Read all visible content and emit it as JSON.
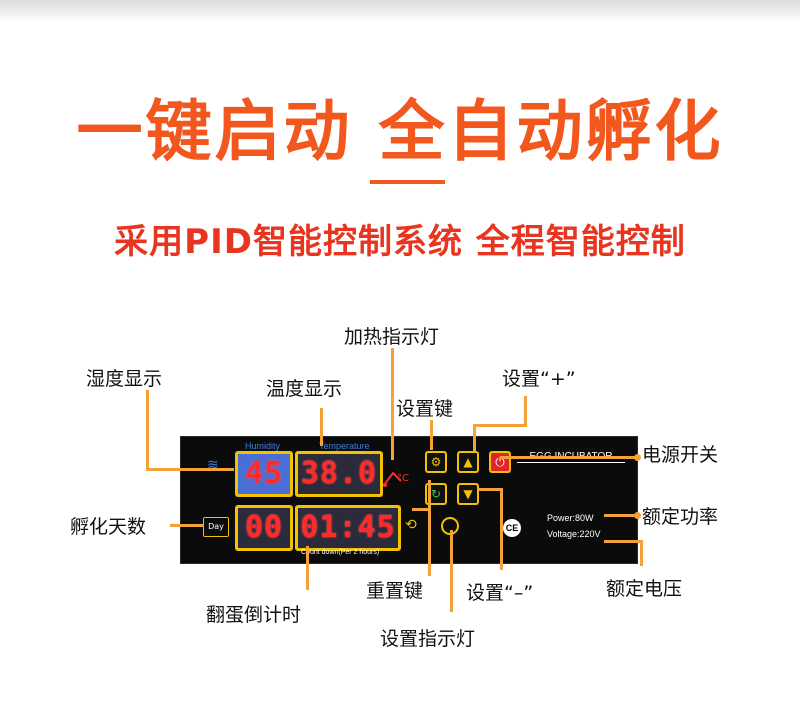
{
  "headline": "一键启动 全自动孵化",
  "subline": "采用PID智能控制系统 全程智能控制",
  "panel": {
    "humidity_label": "Humidity",
    "temperature_label": "Temperature",
    "brand": "EGG INCUBATOR",
    "humidity_value": "45",
    "temperature_value": "38.0",
    "days_value": "00",
    "countdown_value": "01:45",
    "day_tag": "Day",
    "countdown_caption": "Count down(Per 2 hours)",
    "power": "Power:80W",
    "voltage": "Voltage:220V",
    "ce": "CE",
    "celsius": "°C"
  },
  "annotations": {
    "humidity_display": "湿度显示",
    "temperature_display": "温度显示",
    "heating_indicator": "加热指示灯",
    "set_key": "设置键",
    "set_plus": "设置“+”",
    "power_switch": "电源开关",
    "rated_power": "额定功率",
    "rated_voltage": "额定电压",
    "hatch_days": "孵化天数",
    "turn_countdown": "翻蛋倒计时",
    "reset_key": "重置键",
    "set_minus": "设置“–”",
    "set_indicator": "设置指示灯"
  },
  "colors": {
    "headline": "#f2581e",
    "subline": "#e8351f",
    "segment": "#ff2a2a",
    "frame": "#f2c200",
    "callout": "#f3a23a"
  }
}
